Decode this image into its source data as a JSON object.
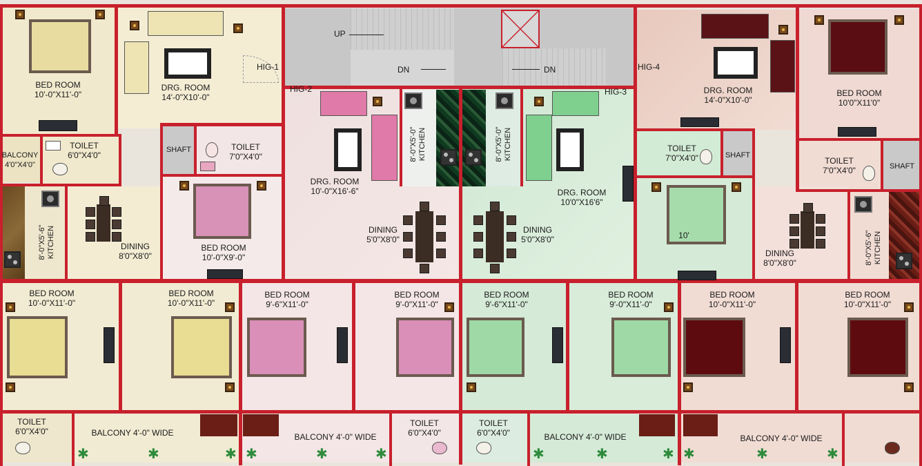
{
  "rooms": {
    "r_bed_tl": {
      "name": "BED ROOM",
      "dim": "10'-0\"X11'-0\""
    },
    "r_drg_1": {
      "name": "DRG. ROOM",
      "dim": "14'-0\"X10'-0\""
    },
    "r_hig1": "HIG-1",
    "r_balcony_l": {
      "name": "BALCONY",
      "dim": "4'0\"X4'0\""
    },
    "r_toilet_1": {
      "name": "TOILET",
      "dim": "6'0\"X4'0\""
    },
    "r_shaft_1": "SHAFT",
    "r_toilet_2": {
      "name": "TOILET",
      "dim": "7'0\"X4'0\""
    },
    "r_kitchen_1": {
      "name": "KITCHEN",
      "dim": "8'-0\"X5'-6\""
    },
    "r_dining_1": {
      "name": "DINING",
      "dim": "8'0\"X8'0\""
    },
    "r_bed_2": {
      "name": "BED ROOM",
      "dim": "10'-0\"X9'-0\""
    },
    "r_up": "UP",
    "r_dn1": "DN",
    "r_dn2": "DN",
    "r_hig2": "HIG-2",
    "r_drg_2": {
      "name": "DRG. ROOM",
      "dim": "10'-0\"X16'-6\""
    },
    "r_kitchen_2": {
      "name": "KITCHEN",
      "dim": "8'-0\"X5'-0\""
    },
    "r_dining_2": {
      "name": "DINING",
      "dim": "5'0\"X8'0\""
    },
    "r_kitchen_3": {
      "name": "KITCHEN",
      "dim": "8'-0\"X5'-0\""
    },
    "r_hig3": "HIG-3",
    "r_drg_3": {
      "name": "DRG. ROOM",
      "dim": "10'0\"X16'6\""
    },
    "r_dining_3": {
      "name": "DINING",
      "dim": "5'0\"X8'0\""
    },
    "r_hig4": "HIG-4",
    "r_drg_4": {
      "name": "DRG. ROOM",
      "dim": "14'-0\"X10'-0\""
    },
    "r_bed_tr": {
      "name": "BED ROOM",
      "dim": "10'0\"X11'0\""
    },
    "r_toilet_3": {
      "name": "TOILET",
      "dim": "7'0\"X4'0\""
    },
    "r_shaft_2": "SHAFT",
    "r_toilet_4": {
      "name": "TOILET",
      "dim": "7'0\"X4'0\""
    },
    "r_shaft_3": "SHAFT",
    "r_bed_mr_small": "10'",
    "r_dining_4": {
      "name": "DINING",
      "dim": "8'0\"X8'0\""
    },
    "r_kitchen_4": {
      "name": "KITCHEN",
      "dim": "8'-0\"X5'-6\""
    },
    "b1": {
      "name": "BED ROOM",
      "dim": "10'-0\"X11'-0\""
    },
    "b2": {
      "name": "BED ROOM",
      "dim": "10'-0\"X11'-0\""
    },
    "b3": {
      "name": "BED ROOM",
      "dim": "9'-6\"X11'-0\""
    },
    "b4": {
      "name": "BED ROOM",
      "dim": "9'-0\"X11'-0\""
    },
    "b5": {
      "name": "BED ROOM",
      "dim": "9'-6\"X11'-0\""
    },
    "b6": {
      "name": "BED ROOM",
      "dim": "9'-0\"X11'-0\""
    },
    "b7": {
      "name": "BED ROOM",
      "dim": "10'-0\"X11'-0\""
    },
    "b8": {
      "name": "BED ROOM",
      "dim": "10'-0\"X11'-0\""
    },
    "t_bl": {
      "name": "TOILET",
      "dim": "6'0\"X4'0\""
    },
    "bal_1": "BALCONY 4'-0\" WIDE",
    "bal_2": "BALCONY 4'-0\" WIDE",
    "t_bm1": {
      "name": "TOILET",
      "dim": "6'0\"X4'0\""
    },
    "t_bm2": {
      "name": "TOILET",
      "dim": "6'0\"X4'0\""
    },
    "bal_3": "BALCONY 4'-0\" WIDE",
    "bal_4": "BALCONY 4'-0\" WIDE"
  },
  "colors": {
    "wall": "#c8202c",
    "flat1_floor": "#f2ecd2",
    "flat2_floor": "#f3dede",
    "flat3_floor": "#d7ecd9",
    "flat4_floor": "#f1d8d0",
    "stair_floor": "#c9c9c9"
  }
}
